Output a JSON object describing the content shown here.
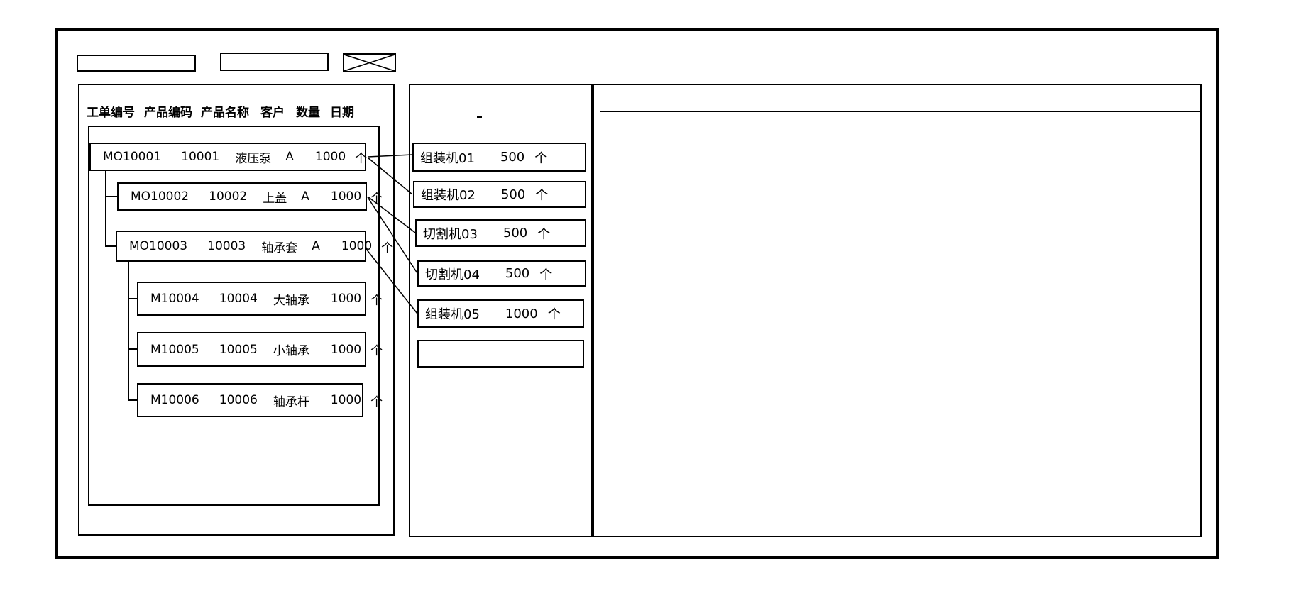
{
  "work_orders": {
    "headers": [
      "工单编号",
      "产品编码",
      "产品名称",
      "客户",
      "数量",
      "日期"
    ],
    "rows": [
      {
        "order_no": "MO10001",
        "product_code": "10001",
        "product_name": "液压泵",
        "customer": "A",
        "qty": "1000",
        "unit": "个",
        "level": 0
      },
      {
        "order_no": "MO10002",
        "product_code": "10002",
        "product_name": "上盖",
        "customer": "A",
        "qty": "1000",
        "unit": "个",
        "level": 1
      },
      {
        "order_no": "MO10003",
        "product_code": "10003",
        "product_name": "轴承套",
        "customer": "A",
        "qty": "1000",
        "unit": "个",
        "level": 1
      },
      {
        "order_no": "M10004",
        "product_code": "10004",
        "product_name": "大轴承",
        "customer": "",
        "qty": "1000",
        "unit": "个",
        "level": 2
      },
      {
        "order_no": "M10005",
        "product_code": "10005",
        "product_name": "小轴承",
        "customer": "",
        "qty": "1000",
        "unit": "个",
        "level": 2
      },
      {
        "order_no": "M10006",
        "product_code": "10006",
        "product_name": "轴承杆",
        "customer": "",
        "qty": "1000",
        "unit": "个",
        "level": 2
      }
    ]
  },
  "machines": {
    "items": [
      {
        "name": "组装机01",
        "qty": "500",
        "unit": "个"
      },
      {
        "name": "组装机02",
        "qty": "500",
        "unit": "个"
      },
      {
        "name": "切割机03",
        "qty": "500",
        "unit": "个"
      },
      {
        "name": "切割机04",
        "qty": "500",
        "unit": "个"
      },
      {
        "name": "组装机05",
        "qty": "1000",
        "unit": "个"
      },
      {
        "name": "",
        "qty": "",
        "unit": ""
      }
    ]
  },
  "connections": [
    {
      "from": "MO10001",
      "to": "组装机01"
    },
    {
      "from": "MO10001",
      "to": "组装机02"
    },
    {
      "from": "MO10002",
      "to": "切割机03"
    },
    {
      "from": "MO10002",
      "to": "切割机04"
    },
    {
      "from": "MO10003",
      "to": "组装机05"
    }
  ],
  "colors": {
    "line": "#000000",
    "background": "#ffffff"
  }
}
